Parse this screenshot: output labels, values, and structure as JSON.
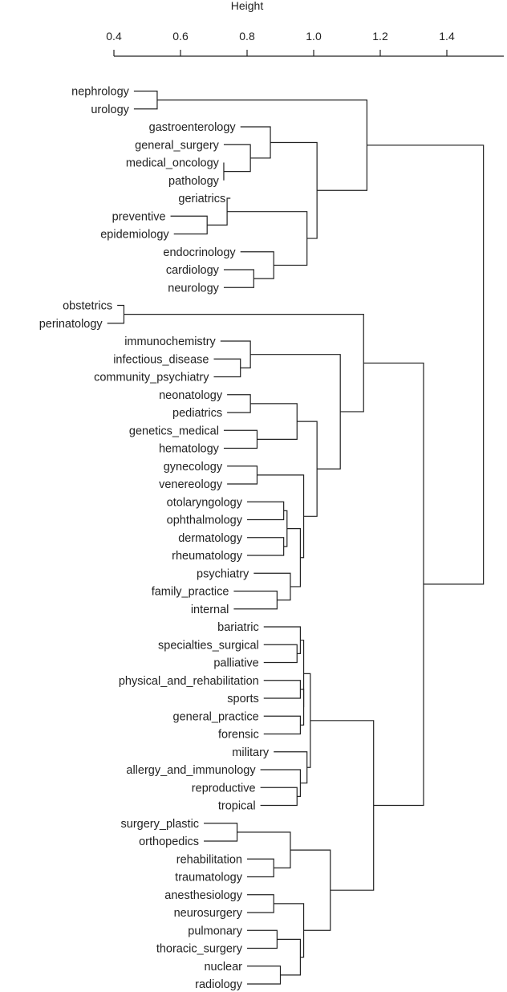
{
  "chart_data": {
    "type": "dendrogram",
    "orientation": "horizontal",
    "axis": {
      "label": "Height",
      "position": "top",
      "range": [
        0.4,
        1.75
      ],
      "ticks": [
        0.4,
        0.6,
        0.8,
        1.0,
        1.2,
        1.4
      ],
      "tick_labels": [
        "0.4",
        "0.6",
        "0.8",
        "1.0",
        "1.2",
        "1.4"
      ]
    },
    "root_height": 1.51,
    "leaves": [
      "nephrology",
      "urology",
      "gastroenterology",
      "general_surgery",
      "medical_oncology",
      "pathology",
      "geriatrics",
      "preventive",
      "epidemiology",
      "endocrinology",
      "cardiology",
      "neurology",
      "obstetrics",
      "perinatology",
      "immunochemistry",
      "infectious_disease",
      "community_psychiatry",
      "neonatology",
      "pediatrics",
      "genetics_medical",
      "hematology",
      "gynecology",
      "venereology",
      "otolaryngology",
      "ophthalmology",
      "dermatology",
      "rheumatology",
      "psychiatry",
      "family_practice",
      "internal",
      "bariatric",
      "specialties_surgical",
      "palliative",
      "physical_and_rehabilitation",
      "sports",
      "general_practice",
      "forensic",
      "military",
      "allergy_and_immunology",
      "reproductive",
      "tropical",
      "surgery_plastic",
      "orthopedics",
      "rehabilitation",
      "traumatology",
      "anesthesiology",
      "neurosurgery",
      "pulmonary",
      "thoracic_surgery",
      "nuclear",
      "radiology"
    ],
    "leaf_heights": [
      0.46,
      0.46,
      0.78,
      0.73,
      0.73,
      0.73,
      0.75,
      0.57,
      0.58,
      0.78,
      0.73,
      0.73,
      0.41,
      0.38,
      0.72,
      0.7,
      0.7,
      0.74,
      0.74,
      0.73,
      0.73,
      0.74,
      0.74,
      0.8,
      0.8,
      0.8,
      0.8,
      0.82,
      0.76,
      0.76,
      0.85,
      0.85,
      0.85,
      0.85,
      0.85,
      0.85,
      0.85,
      0.88,
      0.84,
      0.84,
      0.84,
      0.67,
      0.67,
      0.8,
      0.8,
      0.8,
      0.8,
      0.8,
      0.8,
      0.8,
      0.8
    ],
    "merges": [
      {
        "a": "L0",
        "b": "L1",
        "h": 0.53
      },
      {
        "a": "L4",
        "b": "L5",
        "h": 0.73
      },
      {
        "a": "L3",
        "b": "M1",
        "h": 0.81
      },
      {
        "a": "L2",
        "b": "M2",
        "h": 0.87
      },
      {
        "a": "L7",
        "b": "L8",
        "h": 0.68
      },
      {
        "a": "L6",
        "b": "M4",
        "h": 0.74
      },
      {
        "a": "L10",
        "b": "L11",
        "h": 0.82
      },
      {
        "a": "L9",
        "b": "M6",
        "h": 0.88
      },
      {
        "a": "M5",
        "b": "M7",
        "h": 0.98
      },
      {
        "a": "M3",
        "b": "M8",
        "h": 1.01
      },
      {
        "a": "M0",
        "b": "M9",
        "h": 1.16
      },
      {
        "a": "L12",
        "b": "L13",
        "h": 0.43
      },
      {
        "a": "L15",
        "b": "L16",
        "h": 0.78
      },
      {
        "a": "L14",
        "b": "M12",
        "h": 0.81
      },
      {
        "a": "L17",
        "b": "L18",
        "h": 0.81
      },
      {
        "a": "L19",
        "b": "L20",
        "h": 0.83
      },
      {
        "a": "M14",
        "b": "M15",
        "h": 0.95
      },
      {
        "a": "L21",
        "b": "L22",
        "h": 0.83
      },
      {
        "a": "L23",
        "b": "L24",
        "h": 0.91
      },
      {
        "a": "L25",
        "b": "L26",
        "h": 0.91
      },
      {
        "a": "M18",
        "b": "M19",
        "h": 0.92
      },
      {
        "a": "L28",
        "b": "L29",
        "h": 0.89
      },
      {
        "a": "L27",
        "b": "M21",
        "h": 0.93
      },
      {
        "a": "M20",
        "b": "M22",
        "h": 0.96
      },
      {
        "a": "M17",
        "b": "M23",
        "h": 0.97
      },
      {
        "a": "M16",
        "b": "M24",
        "h": 1.01
      },
      {
        "a": "M13",
        "b": "M25",
        "h": 1.08
      },
      {
        "a": "M11",
        "b": "M26",
        "h": 1.15
      },
      {
        "a": "L31",
        "b": "L32",
        "h": 0.95
      },
      {
        "a": "L30",
        "b": "M28",
        "h": 0.96
      },
      {
        "a": "L33",
        "b": "L34",
        "h": 0.96
      },
      {
        "a": "L35",
        "b": "L36",
        "h": 0.96
      },
      {
        "a": "M30",
        "b": "M31",
        "h": 0.97
      },
      {
        "a": "M29",
        "b": "M32",
        "h": 0.97
      },
      {
        "a": "L39",
        "b": "L40",
        "h": 0.95
      },
      {
        "a": "L38",
        "b": "M34",
        "h": 0.96
      },
      {
        "a": "L37",
        "b": "M35",
        "h": 0.98
      },
      {
        "a": "M33",
        "b": "M36",
        "h": 0.99
      },
      {
        "a": "L41",
        "b": "L42",
        "h": 0.77
      },
      {
        "a": "L43",
        "b": "L44",
        "h": 0.88
      },
      {
        "a": "M38",
        "b": "M39",
        "h": 0.93
      },
      {
        "a": "L45",
        "b": "L46",
        "h": 0.88
      },
      {
        "a": "L47",
        "b": "L48",
        "h": 0.89
      },
      {
        "a": "L49",
        "b": "L50",
        "h": 0.9
      },
      {
        "a": "M42",
        "b": "M43",
        "h": 0.96
      },
      {
        "a": "M41",
        "b": "M44",
        "h": 0.97
      },
      {
        "a": "M40",
        "b": "M45",
        "h": 1.05
      },
      {
        "a": "M37",
        "b": "M46",
        "h": 1.18
      },
      {
        "a": "M27",
        "b": "M47",
        "h": 1.33
      },
      {
        "a": "M10",
        "b": "M48",
        "h": 1.51
      }
    ]
  }
}
